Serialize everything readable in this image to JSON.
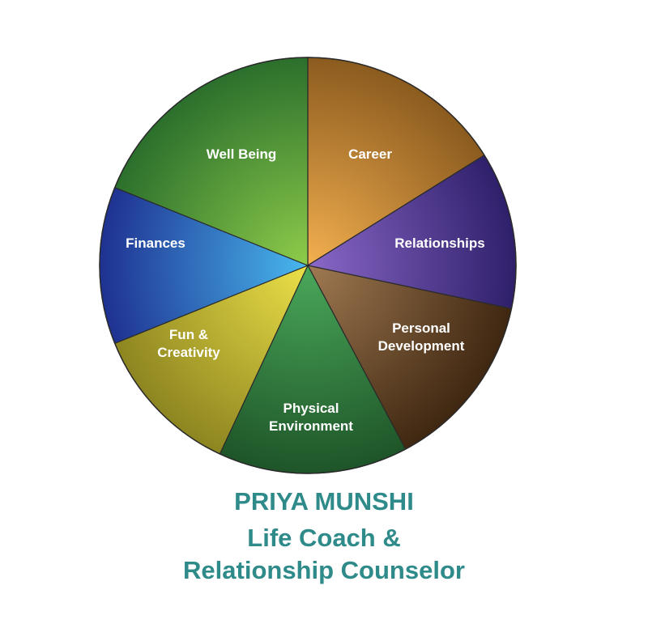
{
  "wheel": {
    "segments": [
      {
        "label_lines": [
          "Career"
        ],
        "color": "#c98a2e"
      },
      {
        "label_lines": [
          "Relationships"
        ],
        "color": "#5a3d96"
      },
      {
        "label_lines": [
          "Personal",
          "Development"
        ],
        "color": "#6e4a26"
      },
      {
        "label_lines": [
          "Physical",
          "Environment"
        ],
        "color": "#2c7a3a"
      },
      {
        "label_lines": [
          "Fun &",
          "Creativity"
        ],
        "color": "#c8b83a"
      },
      {
        "label_lines": [
          "Finances"
        ],
        "color": "#2e6ec4"
      },
      {
        "label_lines": [
          "Well Being"
        ],
        "color": "#4f9a38"
      }
    ]
  },
  "caption": {
    "name": "PRIYA MUNSHI",
    "role_line1": "Life Coach &",
    "role_line2": "Relationship Counselor"
  }
}
